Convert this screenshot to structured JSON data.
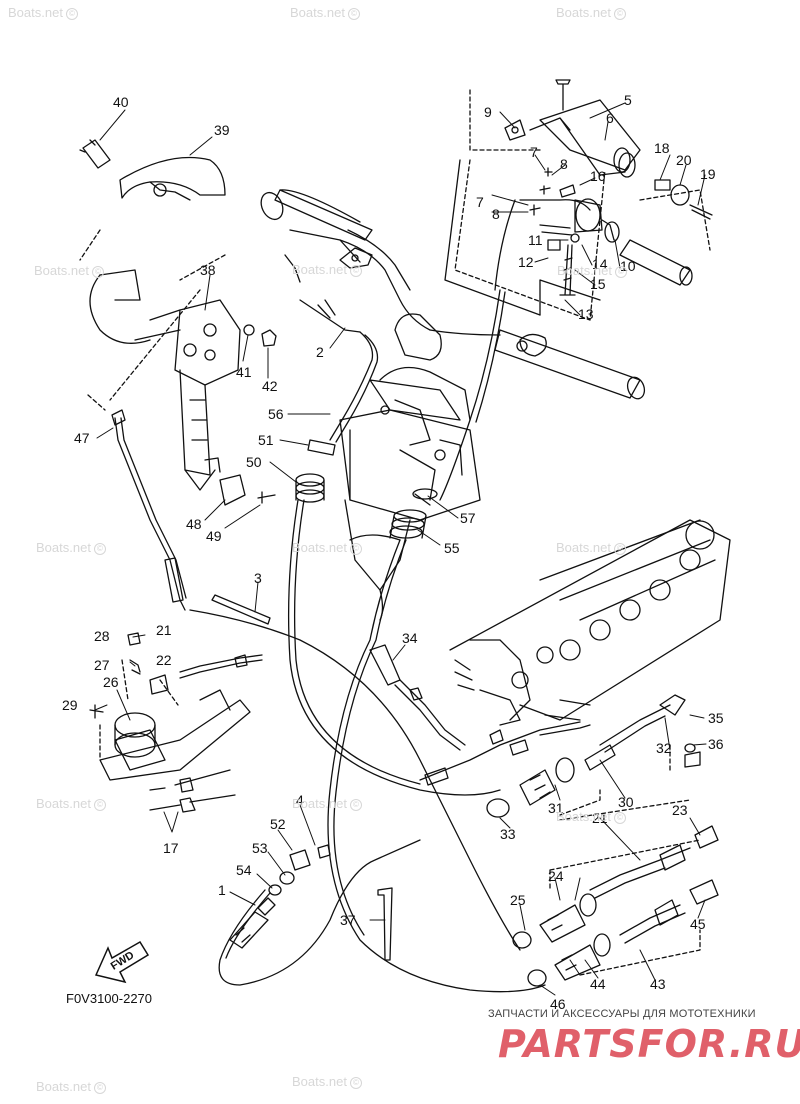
{
  "diagram": {
    "code": "F0V3100-2270",
    "fwd_label": "FWD"
  },
  "watermarks": [
    {
      "text": "Boats.net"
    },
    {
      "text": "Boats.net"
    },
    {
      "text": "Boats.net"
    },
    {
      "text": "Boats.net"
    },
    {
      "text": "Boats.net"
    },
    {
      "text": "Boats.net"
    },
    {
      "text": "Boats.net"
    },
    {
      "text": "Boats.net"
    },
    {
      "text": "Boats.net"
    },
    {
      "text": "Boats.net"
    },
    {
      "text": "Boats.net"
    },
    {
      "text": "Boats.net"
    },
    {
      "text": "Boats.net"
    },
    {
      "text": "Boats.net"
    }
  ],
  "brand": {
    "subtitle": "ЗАПЧАСТИ И АКСЕССУАРЫ ДЛЯ МОТОТЕХНИКИ",
    "name": "PARTSFOR.RU"
  },
  "callouts": [
    "40",
    "39",
    "38",
    "41",
    "42",
    "47",
    "48",
    "49",
    "3",
    "28",
    "21",
    "22",
    "27",
    "26",
    "29",
    "17",
    "4",
    "52",
    "53",
    "54",
    "1",
    "37",
    "9",
    "5",
    "6",
    "7",
    "8",
    "16",
    "18",
    "20",
    "19",
    "7",
    "8",
    "11",
    "12",
    "14",
    "15",
    "10",
    "13",
    "2",
    "56",
    "51",
    "50",
    "57",
    "55",
    "34",
    "35",
    "36",
    "32",
    "30",
    "31",
    "33",
    "23",
    "21",
    "24",
    "25",
    "45",
    "44",
    "43",
    "46"
  ]
}
